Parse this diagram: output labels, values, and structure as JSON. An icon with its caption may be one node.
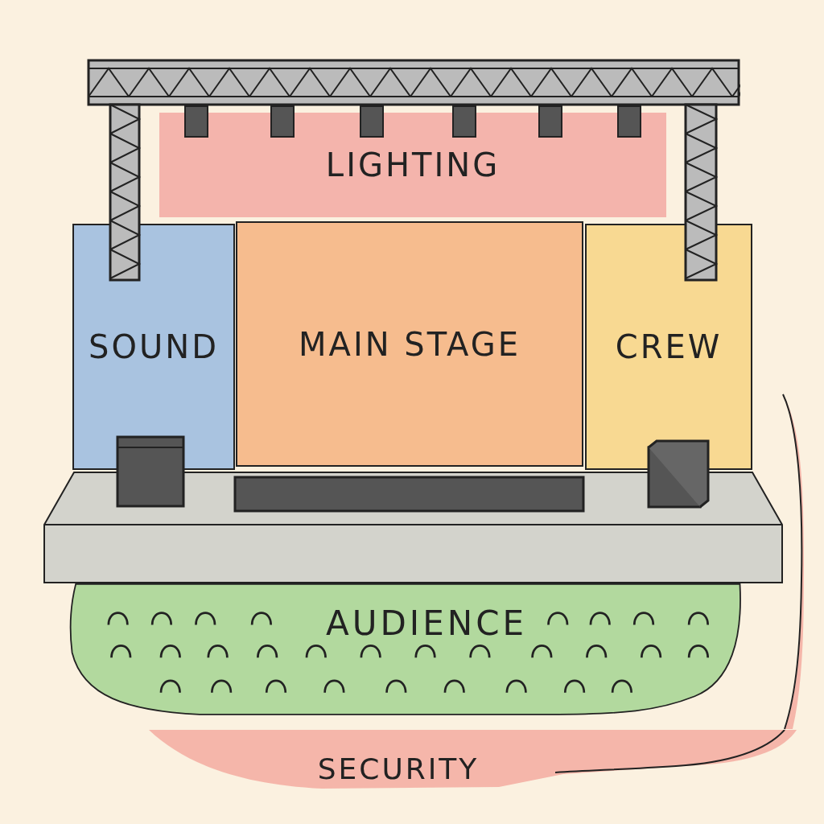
{
  "diagram": {
    "nodes": [
      {
        "text": [
          "LIGHTING"
        ]
      },
      {
        "text": [
          "SOUND"
        ]
      },
      {
        "text": [
          "MAIN STAGE"
        ]
      },
      {
        "text": [
          "CREW"
        ]
      },
      {
        "text": [
          "AUDIENCE"
        ]
      },
      {
        "text": [
          "SECURITY"
        ]
      }
    ]
  }
}
